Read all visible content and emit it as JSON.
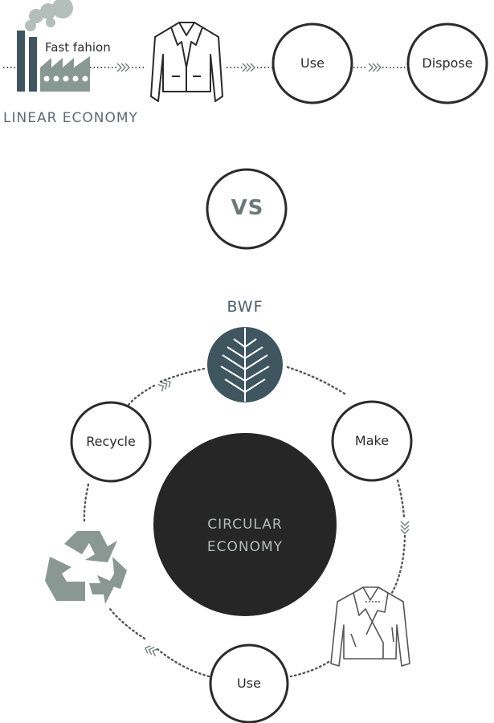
{
  "linear": {
    "caption": "LINEAR ECONOMY",
    "factory_label": "Fast fahion",
    "use_label": "Use",
    "dispose_label": "Dispose"
  },
  "comparison": {
    "vs_label": "VS"
  },
  "circular": {
    "brand_label": "BWF",
    "center_line1": "CIRCULAR",
    "center_line2": "ECONOMY",
    "make_label": "Make",
    "use_label": "Use",
    "recycle_label": "Recycle"
  },
  "colors": {
    "slate": "#3f5560",
    "sage": "#8a9893",
    "smoke": "#b4bfbb",
    "dark": "#262626",
    "line": "#2b2b2b"
  },
  "icons": [
    "factory-icon",
    "jacket-icon",
    "leaf-icon",
    "recycle-icon",
    "biker-jacket-icon",
    "chevron-arrow-icon"
  ]
}
